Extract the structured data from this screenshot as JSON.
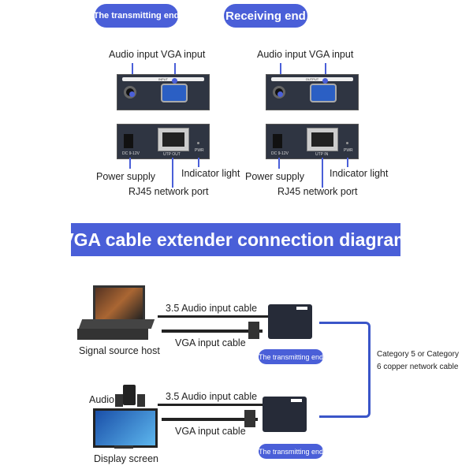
{
  "header": {
    "transmitting_title": "The transmitting end",
    "receiving_title": "Receiving end"
  },
  "transmitter_panel": {
    "audio_input": "Audio input",
    "vga_input": "VGA input",
    "front_label": "INPUT",
    "dc_label": "DC 9-12V",
    "utp_label": "UTP OUT",
    "pwr_label": "PWR",
    "power_supply": "Power supply",
    "indicator_light": "Indicator light",
    "rj45_port": "RJ45 network port"
  },
  "receiver_panel": {
    "audio_input": "Audio input",
    "vga_input": "VGA input",
    "front_label": "OUTPUT",
    "dc_label": "DC 9-12V",
    "utp_label": "UTP IN",
    "pwr_label": "PWR",
    "power_supply": "Power supply",
    "indicator_light": "Indicator light",
    "rj45_port": "RJ45 network port"
  },
  "banner": {
    "title": "VGA cable extender connection diagram"
  },
  "diagram": {
    "source": {
      "host_label": "Signal source host",
      "audio_cable": "3.5 Audio input cable",
      "vga_cable": "VGA input cable",
      "device_pill": "The transmitting end"
    },
    "network_cable": [
      "Category 5 or Category",
      "6 copper network cable"
    ],
    "display": {
      "audio_label": "Audio",
      "screen_label": "Display screen",
      "audio_cable": "3.5 Audio input cable",
      "vga_cable": "VGA input cable",
      "device_pill": "The transmitting end"
    }
  },
  "colors": {
    "accent": "#4a5fd8",
    "panel": "#2f3542",
    "network_cable": "#3a55c8"
  }
}
